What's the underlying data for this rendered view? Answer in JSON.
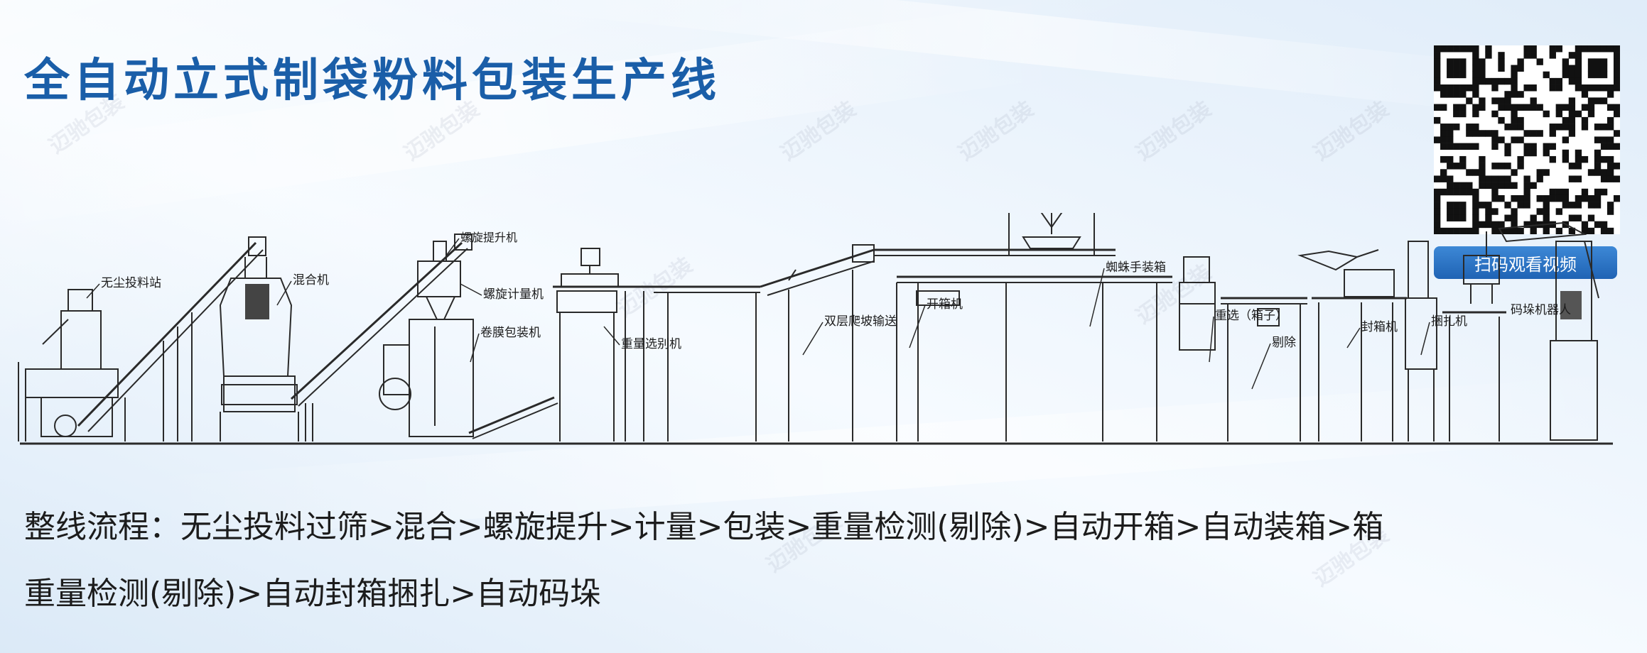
{
  "title": "全自动立式制袋粉料包装生产线",
  "qr_button_label": "扫码观看视频",
  "watermark": "迈驰包装",
  "labels": {
    "dust_free_station": "无尘投料站",
    "mixer": "混合机",
    "screw_lift": "螺旋提升机",
    "screw_meter": "螺旋计量机",
    "film_packer": "卷膜包装机",
    "weight_sorter": "重量选别机",
    "double_conveyor": "双层爬坡输送",
    "case_erector": "开箱机",
    "spider_packer": "蜘蛛手装箱",
    "weight_box": "重选（箱子）",
    "reject": "剔除",
    "case_sealer": "封箱机",
    "strapper": "捆扎机",
    "palletizer": "码垛机器人"
  },
  "flow": {
    "line1": "整线流程：无尘投料过筛>混合>螺旋提升>计量>包装>重量检测(剔除)>自动开箱>自动装箱>箱",
    "line2": "重量检测(剔除)>自动封箱捆扎>自动码垛"
  },
  "colors": {
    "title": "#1a5ea8",
    "button": "#2b74c7",
    "line": "#2a2a2a"
  }
}
